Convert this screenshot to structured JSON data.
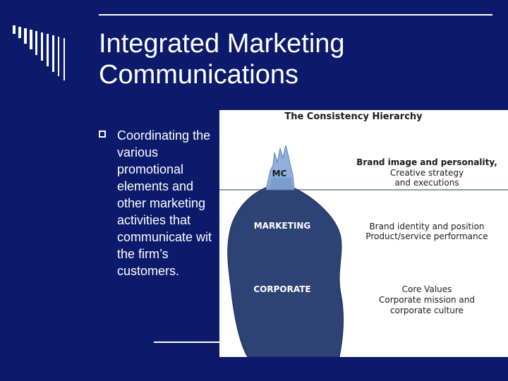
{
  "slide": {
    "title_line1": "Integrated Marketing",
    "title_line2": "Communications",
    "bullet": "Coordinating the\nvarious\npromotional\nelements and\nother marketing\nactivities that\ncommunicate wit\nthe firm’s\ncustomers."
  },
  "diagram": {
    "title": "The Consistency Hierarchy",
    "tip_label": "MC",
    "marketing_label": "MARKETING",
    "corporate_label": "CORPORATE",
    "right_1a": "Brand image and personality,",
    "right_1b": "Creative strategy",
    "right_1c": "and executions",
    "right_2a": "Brand identity and position",
    "right_2b": "Product/service performance",
    "right_3a": "Core Values",
    "right_3b": "Corporate mission and",
    "right_3c": "corporate culture"
  },
  "colors": {
    "background": "#0c1a6b",
    "iceberg": "#2d4275",
    "tip": "#8fb0dd"
  }
}
